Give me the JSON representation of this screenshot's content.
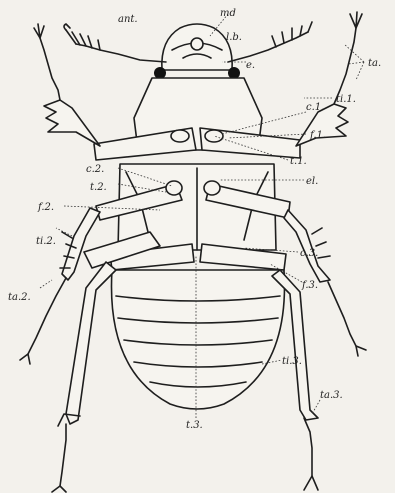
{
  "labels": {
    "ant": "ant.",
    "md": "md",
    "lb": "l.b.",
    "e": "e.",
    "ta": "ta.",
    "ti1": "ti.1.",
    "c1": "c.1.",
    "f1": "f.1.",
    "t1": "t.1.",
    "c2": "c.2.",
    "t2": "t.2.",
    "el": "el.",
    "f2": "f.2.",
    "ti2": "ti.2.",
    "c3": "c.3.",
    "f3": "f.3.",
    "ta2": "ta.2.",
    "ti3": "ti.3.",
    "t3": "t.3.",
    "ta3": "ta.3."
  },
  "colors": {
    "paper": "#f3f1ec",
    "ink": "#1e1e1e"
  }
}
